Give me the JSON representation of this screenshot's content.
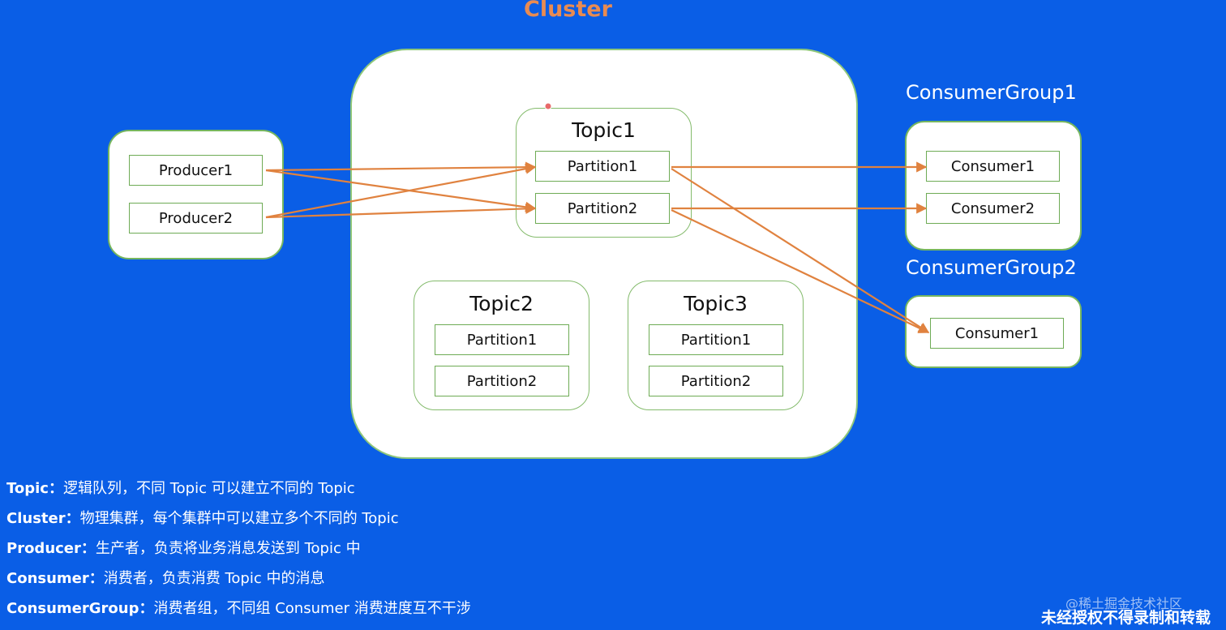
{
  "cluster": {
    "title": "Cluster"
  },
  "producers": [
    "Producer1",
    "Producer2"
  ],
  "topics": [
    {
      "name": "Topic1",
      "partitions": [
        "Partition1",
        "Partition2"
      ]
    },
    {
      "name": "Topic2",
      "partitions": [
        "Partition1",
        "Partition2"
      ]
    },
    {
      "name": "Topic3",
      "partitions": [
        "Partition1",
        "Partition2"
      ]
    }
  ],
  "consumer_groups": [
    {
      "name": "ConsumerGroup1",
      "consumers": [
        "Consumer1",
        "Consumer2"
      ]
    },
    {
      "name": "ConsumerGroup2",
      "consumers": [
        "Consumer1"
      ]
    }
  ],
  "legend": [
    {
      "term": "Topic",
      "sep": "：",
      "desc": "逻辑队列，不同 Topic 可以建立不同的 Topic"
    },
    {
      "term": "Cluster",
      "sep": "：",
      "desc": "物理集群，每个集群中可以建立多个不同的 Topic"
    },
    {
      "term": "Producer",
      "sep": "：",
      "desc": "生产者，负责将业务消息发送到 Topic 中"
    },
    {
      "term": "Consumer",
      "sep": "：",
      "desc": "消费者，负责消费 Topic 中的消息"
    },
    {
      "term": "ConsumerGroup",
      "sep": "：",
      "desc": "消费者组，不同组 Consumer 消费进度互不干涉"
    }
  ],
  "watermark": {
    "site": "@稀土掘金技术社区",
    "notice": "未经授权不得录制和转载"
  },
  "colors": {
    "background": "#0a5ee6",
    "arrow": "#e0823f",
    "cluster_title": "#e88b52",
    "border": "#76b65f"
  }
}
